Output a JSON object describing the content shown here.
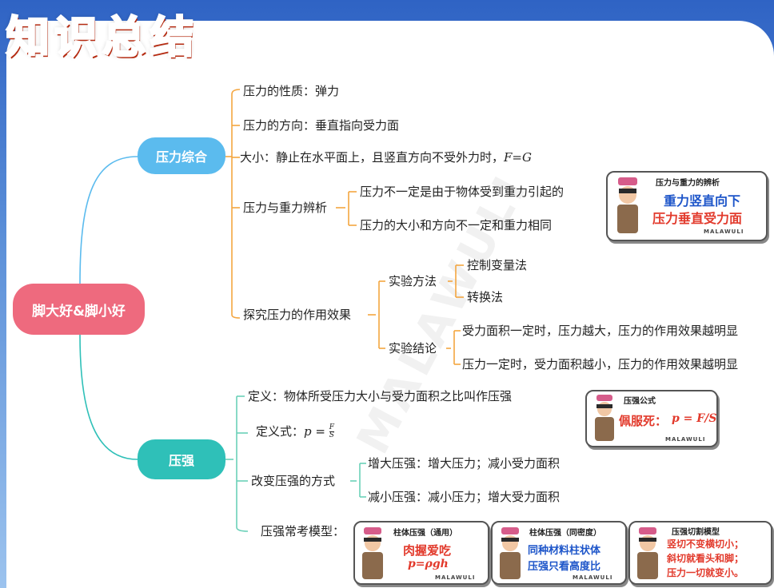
{
  "title": "知识总结",
  "root": "脚大好&脚小好",
  "branch1": {
    "label": "压力综合",
    "items": {
      "nature": "压力的性质：弹力",
      "direction": "压力的方向：垂直指向受力面",
      "size_prefix": "大小：静止在水平面上，且竖直方向不受外力时，",
      "size_formula": "F=G",
      "discriminate": {
        "label": "压力与重力辨析",
        "sub": [
          "压力不一定是由于物体受到重力引起的",
          "压力的大小和方向不一定和重力相同"
        ]
      },
      "explore": {
        "label": "探究压力的作用效果",
        "method": {
          "label": "实验方法",
          "sub": [
            "控制变量法",
            "转换法"
          ]
        },
        "conclusion": {
          "label": "实验结论",
          "sub": [
            "受力面积一定时，压力越大，压力的作用效果越明显",
            "压力一定时，受力面积越小，压力的作用效果越明显"
          ]
        }
      }
    }
  },
  "branch2": {
    "label": "压强",
    "items": {
      "definition": "定义：物体所受压力大小与受力面积之比叫作压强",
      "formula_label": "定义式：",
      "formula_p": "p",
      "formula_eq": " = ",
      "formula_num": "F",
      "formula_den": "S",
      "change": {
        "label": "改变压强的方式",
        "sub": [
          "增大压强：增大压力；减小受力面积",
          "减小压强：减小压力；增大受力面积"
        ]
      },
      "models_label": "压强常考模型："
    }
  },
  "stickers": {
    "s1": {
      "caption": "压力与重力的辨析",
      "line1": "重力竖直向下",
      "line2": "压力垂直受力面",
      "brand": "MALAWULI"
    },
    "s2": {
      "caption": "压强公式",
      "prefix": "佩服死：",
      "formula": "p = F/S",
      "brand": "MALAWULI"
    },
    "s3": {
      "caption": "柱体压强（通用）",
      "line1": "肉握爱吃",
      "line2": "p=ρgh",
      "brand": "MALAWULI"
    },
    "s4": {
      "caption": "柱体压强（同密度）",
      "line1": "同种材料柱状体",
      "line2": "压强只看高度比",
      "brand": "MALAWULI"
    },
    "s5": {
      "caption": "压强切割模型",
      "line1": "竖切不变横切小；",
      "line2": "斜切就看头和脚；",
      "line3": "压力一切就变小。"
    }
  },
  "watermark": "MALAWULI",
  "colors": {
    "root": "#ee6a7e",
    "branch1": "#5bbbee",
    "branch2": "#2fc0b8",
    "title": "#f04e2e"
  }
}
